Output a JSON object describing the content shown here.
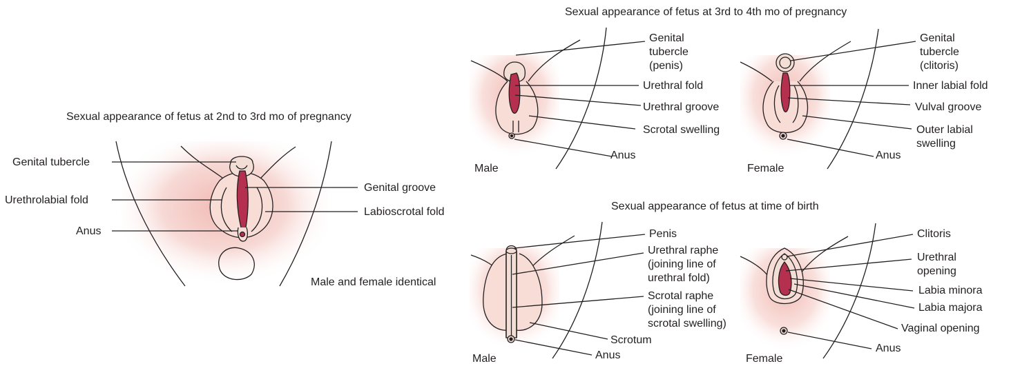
{
  "colors": {
    "skin": "#f9dcd8",
    "tissue": "#f3ded6",
    "groove": "#b5304f",
    "ink": "#231f20"
  },
  "panel_early": {
    "title": "Sexual appearance of fetus at 2nd to 3rd mo of pregnancy",
    "labels": {
      "genital_tubercle": "Genital tubercle",
      "urethrolabial_fold": "Urethrolabial fold",
      "anus": "Anus",
      "genital_groove": "Genital groove",
      "labioscrotal_fold": "Labioscrotal fold"
    },
    "caption": "Male and female identical"
  },
  "panel_mid": {
    "title": "Sexual appearance of fetus at 3rd to 4th mo of pregnancy",
    "male": {
      "caption": "Male",
      "genital_tubercle": "Genital\ntubercle\n(penis)",
      "urethral_fold": "Urethral fold",
      "urethral_groove": "Urethral groove",
      "scrotal_swelling": "Scrotal swelling",
      "anus": "Anus"
    },
    "female": {
      "caption": "Female",
      "genital_tubercle": "Genital\ntubercle\n(clitoris)",
      "inner_labial_fold": "Inner labial fold",
      "vulval_groove": "Vulval groove",
      "outer_labial_swelling": "Outer labial\nswelling",
      "anus": "Anus"
    }
  },
  "panel_birth": {
    "title": "Sexual appearance of fetus at time of birth",
    "male": {
      "caption": "Male",
      "penis": "Penis",
      "urethral_raphe": "Urethral raphe\n(joining line of\nurethral fold)",
      "scrotal_raphe": "Scrotal raphe\n(joining line of\nscrotal swelling)",
      "scrotum": "Scrotum",
      "anus": "Anus"
    },
    "female": {
      "caption": "Female",
      "clitoris": "Clitoris",
      "urethral_opening": "Urethral\nopening",
      "labia_minora": "Labia minora",
      "labia_majora": "Labia majora",
      "vaginal_opening": "Vaginal opening",
      "anus": "Anus"
    }
  }
}
